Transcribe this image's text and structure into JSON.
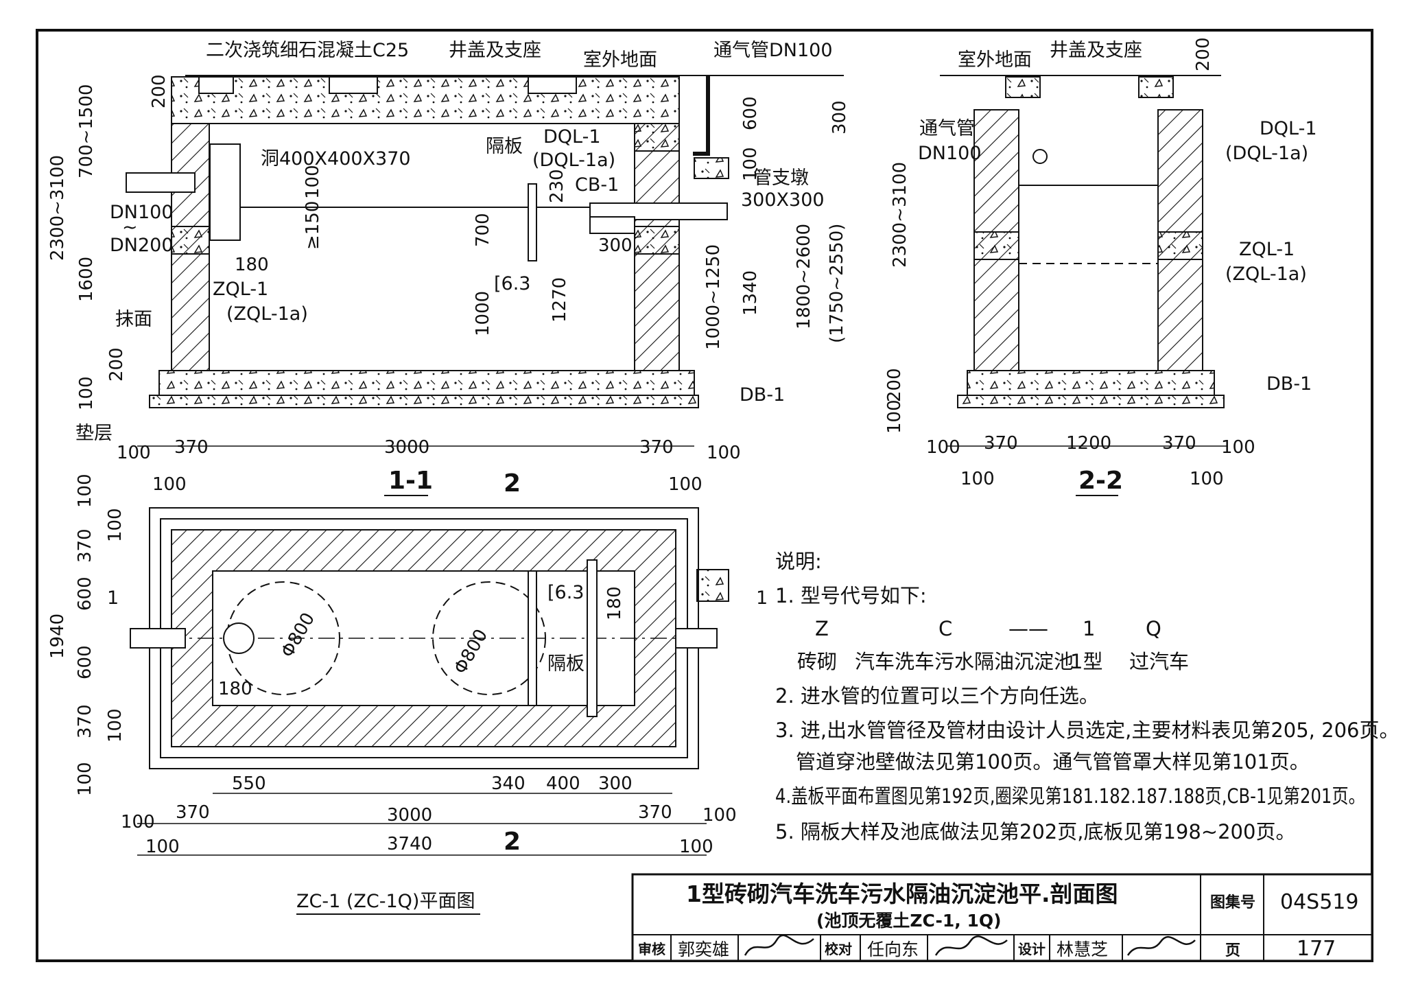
{
  "section_1_1": {
    "label_concrete": "二次浇筑细石混凝土C25",
    "label_cover": "井盖及支座",
    "label_ground": "室外地面",
    "label_vent": "通气管DN100",
    "label_hole": "洞400X400X370",
    "label_partition": "隔板",
    "label_dql": "DQL-1",
    "label_dql_a": "(DQL-1a)",
    "label_cb": "CB-1",
    "label_pipe_support": "管支墩",
    "label_pipe_support_size": "300X300",
    "label_dn100": "DN100",
    "label_tilde": "~",
    "label_dn200": "DN200",
    "label_zql": "ZQL-1",
    "label_zql_a": "(ZQL-1a)",
    "label_plaster": "抹面",
    "label_db": "DB-1",
    "label_cushion": "垫层",
    "label_channel": "[6.3",
    "dim_200_top": "200",
    "dim_700_1500": "700~1500",
    "dim_2300_3100": "2300~3100",
    "dim_1600": "1600",
    "dim_200_bot": "200",
    "dim_100_bot": "100",
    "dim_100_pipe": "100",
    "dim_150": "≥150",
    "dim_180": "180",
    "dim_230": "230",
    "dim_700": "700",
    "dim_1000": "1000",
    "dim_1270": "1270",
    "dim_300": "300",
    "dim_600": "600",
    "dim_300r": "300",
    "dim_100r": "100",
    "dim_1000_1250": "1000~1250",
    "dim_1340": "1340",
    "dim_1800_2600": "1800~2600",
    "dim_1750_2550": "(1750~2550)",
    "dim_b100a": "100",
    "dim_b370a": "370",
    "dim_b3000": "3000",
    "dim_b370b": "370",
    "dim_b100b": "100",
    "dim_b100c": "100",
    "dim_b100d": "100",
    "title": "1-1"
  },
  "section_2_2": {
    "label_ground": "室外地面",
    "label_cover": "井盖及支座",
    "label_vent": "通气管",
    "label_vent_size": "DN100",
    "label_dql": "DQL-1",
    "label_dql_a": "(DQL-1a)",
    "label_zql": "ZQL-1",
    "label_zql_a": "(ZQL-1a)",
    "label_db": "DB-1",
    "dim_200_top": "200",
    "dim_2300_3100": "2300~3100",
    "dim_200": "200",
    "dim_100": "100",
    "dim_b100a": "100",
    "dim_b370a": "370",
    "dim_b1200": "1200",
    "dim_b370b": "370",
    "dim_b100b": "100",
    "dim_b100c": "100",
    "dim_b100d": "100",
    "title": "2-2"
  },
  "plan": {
    "section_mark_1": "1",
    "section_mark_2": "2",
    "manhole_dia": "Φ800",
    "label_partition": "隔板",
    "label_channel": "[6.3",
    "dim_180_a": "180",
    "dim_180_b": "180",
    "dim_l100a": "100",
    "dim_l100b": "100",
    "dim_l370a": "370",
    "dim_l600a": "600",
    "dim_l1940": "1940",
    "dim_l600b": "600",
    "dim_l370b": "370",
    "dim_l100c": "100",
    "dim_l100d": "100",
    "dim_550": "550",
    "dim_340": "340",
    "dim_400": "400",
    "dim_300": "300",
    "dim_b100a": "100",
    "dim_b370a": "370",
    "dim_b3000": "3000",
    "dim_b370b": "370",
    "dim_b100b": "100",
    "dim_b3740": "3740",
    "dim_b100c": "100",
    "dim_b100d": "100",
    "title": "ZC-1 (ZC-1Q)平面图"
  },
  "notes": {
    "heading": "说明:",
    "n1": "1. 型号代号如下:",
    "code_z": "Z",
    "code_c": "C",
    "code_dash": "——",
    "code_1": "1",
    "code_q": "Q",
    "code_z_desc": "砖砌",
    "code_c_desc": "汽车洗车污水隔油沉淀池",
    "code_1_desc": "1型",
    "code_q_desc": "过汽车",
    "n2": "2. 进水管的位置可以三个方向任选。",
    "n3a": "3. 进,出水管管径及管材由设计人员选定,主要材料表见第205, 206页。",
    "n3b": "管道穿池壁做法见第100页。通气管管罩大样见第101页。",
    "n4": "4.盖板平面布置图见第192页,圈梁见第181.182.187.188页,CB-1见第201页。",
    "n5": "5. 隔板大样及池底做法见第202页,底板见第198~200页。"
  },
  "title_block": {
    "title": "1型砖砌汽车洗车污水隔油沉淀池平.剖面图",
    "subtitle": "(池顶无覆土ZC-1, 1Q)",
    "atlas_label": "图集号",
    "atlas_no": "04S519",
    "page_label": "页",
    "page_no": "177",
    "review_label": "审核",
    "reviewer": "郭奕雄",
    "check_label": "校对",
    "checker": "任向东",
    "design_label": "设计",
    "designer": "林慧芝"
  }
}
